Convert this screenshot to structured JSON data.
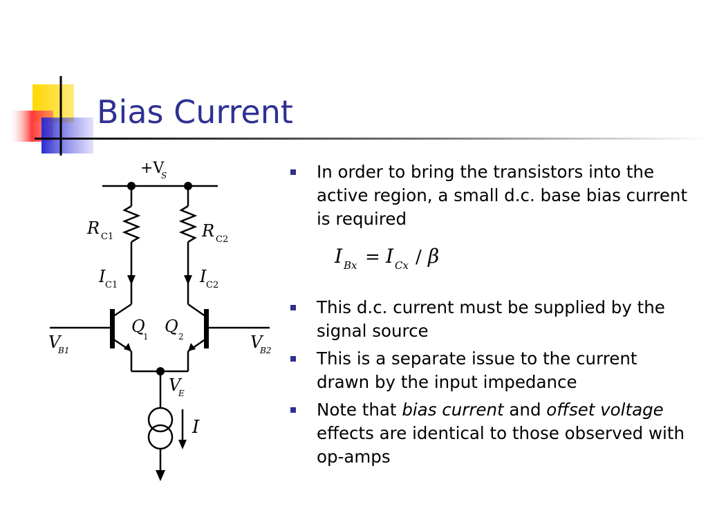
{
  "slide": {
    "title": "Bias Current",
    "bullets": [
      "In order to bring the transistors into the active region, a small d.c. base bias current is required",
      "This d.c. current must be supplied by the signal source",
      "This is a separate issue to the current drawn by the input impedance"
    ],
    "bullet4": {
      "pre": "Note that ",
      "em1": "bias current",
      "mid": " and ",
      "em2": "offset voltage",
      "post": " effects are identical to those observed with op-amps"
    },
    "equation": {
      "lhs": "I",
      "lhs_sub": "Bx",
      "equals": "=",
      "rhs": "I",
      "rhs_sub": "Cx",
      "slash": "/",
      "beta": "β"
    }
  },
  "circuit": {
    "supply": "+V",
    "supply_sub": "S",
    "rc1": "R",
    "rc1_sub": "C1",
    "rc2": "R",
    "rc2_sub": "C2",
    "ic1": "I",
    "ic1_sub": "C1",
    "ic2": "I",
    "ic2_sub": "C2",
    "q1": "Q",
    "q1_sub": "1",
    "q2": "Q",
    "q2_sub": "2",
    "vb1": "V",
    "vb1_sub": "B1",
    "vb2": "V",
    "vb2_sub": "B2",
    "ve": "V",
    "ve_sub": "E",
    "i": "I"
  },
  "colors": {
    "title": "#2e3192",
    "bullet": "#2e3192",
    "deco_yellow": "#ffd700",
    "deco_red": "#ff3b3b",
    "deco_blue": "#2c2ccf"
  }
}
